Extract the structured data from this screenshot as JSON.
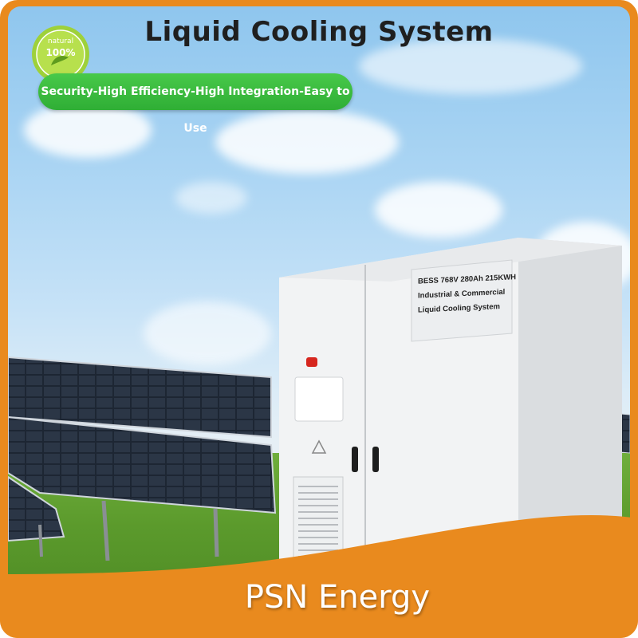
{
  "header": {
    "title": "Liquid Cooling System",
    "tagline": "Security-High Efficiency-High Integration-Easy to Use"
  },
  "seal": {
    "text_top": "natural",
    "text_center": "100%"
  },
  "cabinet": {
    "label_line1": "BESS 768V 280Ah 215KWH",
    "label_line2": "Industrial & Commercial",
    "label_line3": "Liquid Cooling System"
  },
  "footer": {
    "brand": "PSN Energy"
  },
  "colors": {
    "frame_orange": "#e98a1e",
    "tagline_green": "#2fae35",
    "sky_blue": "#8fc6ee"
  }
}
